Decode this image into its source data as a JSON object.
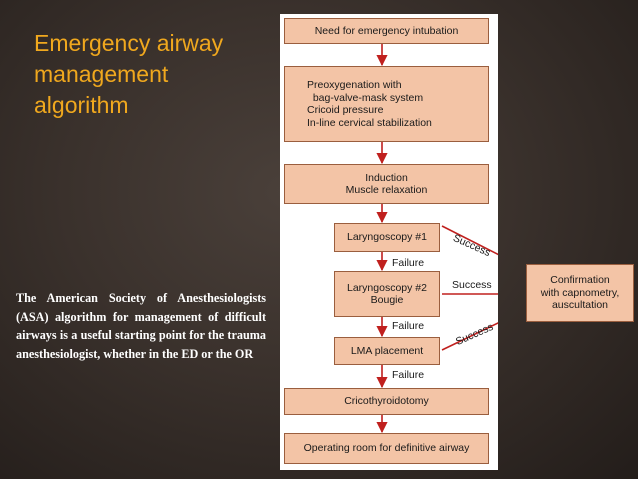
{
  "slide": {
    "title_lines": [
      "Emergency airway",
      "management",
      "algorithm"
    ],
    "caption": "The American Society of Anesthesiologists (ASA) algorithm for management of difficult airways is a useful starting point for the trauma anesthesiologist, whether in the ED or the OR"
  },
  "flowchart": {
    "box1": [
      "Need for emergency intubation"
    ],
    "box2": [
      "Preoxygenation with",
      "  bag-valve-mask system",
      "Cricoid pressure",
      "In-line cervical stabilization"
    ],
    "box3": [
      "Induction",
      "Muscle relaxation"
    ],
    "box4": [
      "Laryngoscopy #1"
    ],
    "box5": [
      "Laryngoscopy #2",
      "Bougie"
    ],
    "box6": [
      "LMA placement"
    ],
    "box7": [
      "Cricothyroidotomy"
    ],
    "box8": [
      "Operating room for definitive airway"
    ],
    "box9": [
      "Confirmation",
      "with capnometry,",
      "auscultation"
    ],
    "failure1": "Failure",
    "failure2": "Failure",
    "failure3": "Failure",
    "success1": "Success",
    "success2": "Success",
    "success3": "Success"
  },
  "colors": {
    "box_fill": "#f3c4a6",
    "box_border": "#9a5e3e",
    "title": "#f0a81e",
    "arrow": "#c0201e"
  }
}
